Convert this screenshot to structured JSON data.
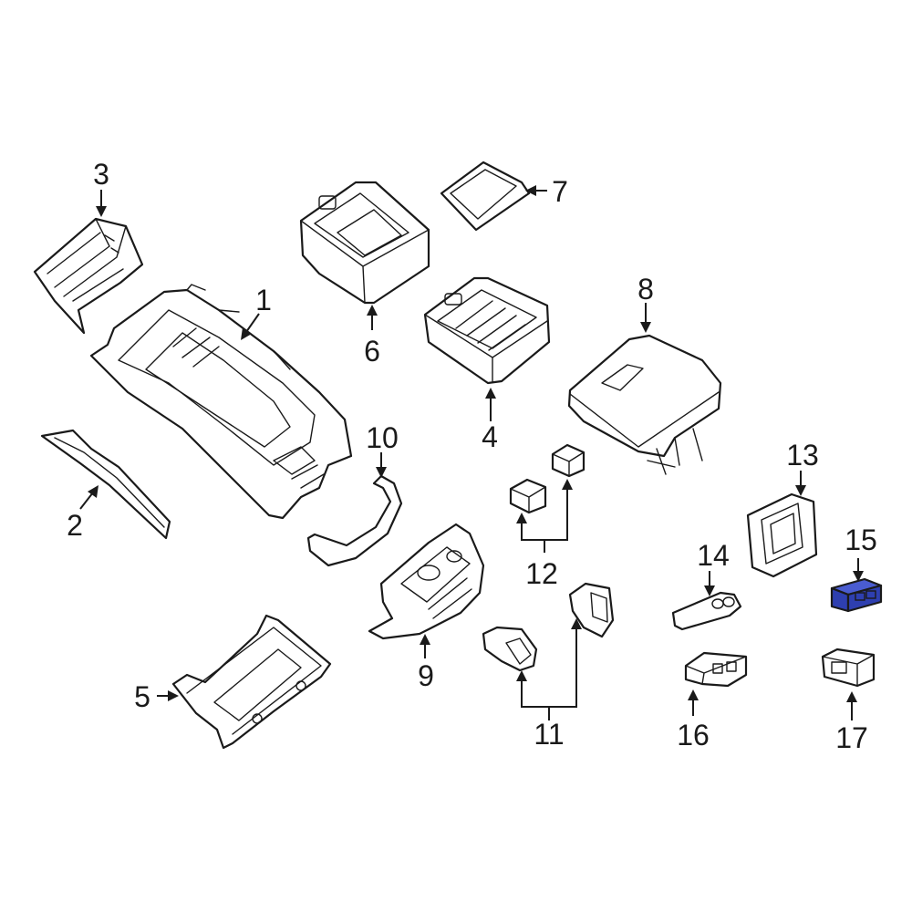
{
  "callouts": {
    "c1": "1",
    "c2": "2",
    "c3": "3",
    "c4": "4",
    "c5": "5",
    "c6": "6",
    "c7": "7",
    "c8": "8",
    "c9": "9",
    "c10": "10",
    "c11": "11",
    "c12": "12",
    "c13": "13",
    "c14": "14",
    "c15": "15",
    "c16": "16",
    "c17": "17"
  },
  "colors": {
    "highlight": "#2e3fb0",
    "line": "#1a1a1a",
    "background": "#ffffff"
  }
}
